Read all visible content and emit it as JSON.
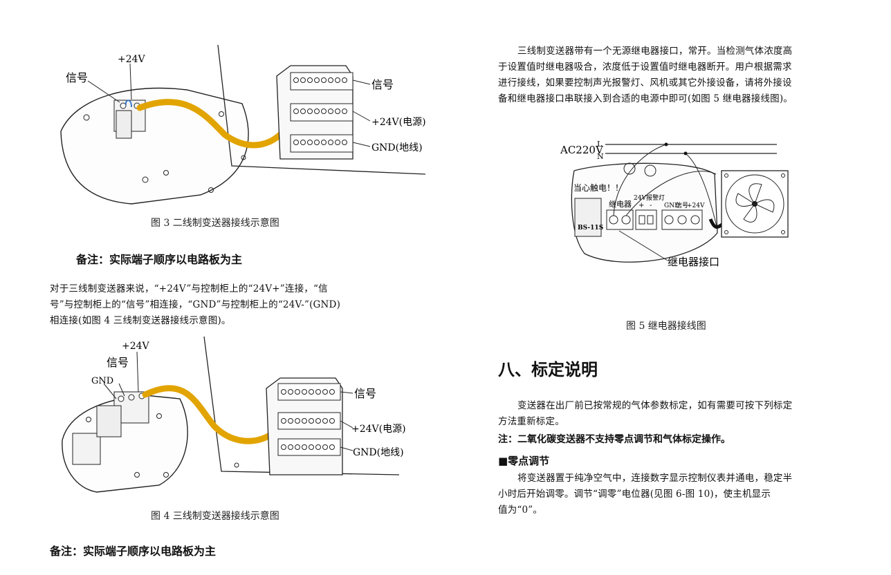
{
  "fig3": {
    "label_signal": "信号",
    "label_24v": "+24V",
    "label_right_signal": "信号",
    "label_right_power": "+24V(电源)",
    "label_right_gnd": "GND(地线)",
    "caption": "图 3 二线制变送器接线示意图"
  },
  "note1": "备注：实际端子顺序以电路板为主",
  "para_left": {
    "line1": "对于三线制变送器来说，“+24V”与控制柜上的“24V+”连接，“信",
    "line2": "号”与控制柜上的“信号”相连接，“GND”与控制柜上的“24V-”(GND)",
    "line3": "相连接(如图 4 三线制变送器接线示意图)。"
  },
  "fig4": {
    "label_24v": "+24V",
    "label_signal": "信号",
    "label_gnd": "GND",
    "label_right_signal": "信号",
    "label_right_power": "+24V(电源)",
    "label_right_gnd": "GND(地线)",
    "caption": "图 4 三线制变送器接线示意图"
  },
  "note2": "备注：实际端子顺序以电路板为主",
  "para_right": {
    "line1": "三线制变送器带有一个无源继电器接口，常开。当检测气体浓度高",
    "line2": "于设置值时继电器吸合，浓度低于设置值时继电器断开。用户根据需求",
    "line3": "进行接线，如果要控制声光报警灯、风机或其它外接设备，请将外接设",
    "line4": "备和继电器接口串联接入到合适的电源中即可(如图 5 继电器接线图)。"
  },
  "fig5": {
    "label_ac": "AC220V",
    "label_l": "L",
    "label_n": "N",
    "label_warning": "当心触电！！",
    "label_relay": "继电器",
    "label_alarm": "24V报警灯",
    "label_plus": "+",
    "label_minus": "-",
    "label_gnd": "GND",
    "label_signal": "信号",
    "label_24v": "+24V",
    "label_bs": "BS-11S",
    "label_relay_port": "继电器接口",
    "caption": "图 5 继电器接线图"
  },
  "section8": {
    "heading": "八、标定说明",
    "para1_line1": "变送器在出厂前已按常规的气体参数标定，如有需要可按下列标定",
    "para1_line2": "方法重新标定。",
    "note": "注：二氧化碳变送器不支持零点调节和气体标定操作。",
    "sub_heading": "■零点调节",
    "para2_line1": "将变送器置于纯净空气中，连接数字显示控制仪表并通电，稳定半",
    "para2_line2": "小时后开始调零。调节“调零”电位器(见图 6-图 10)，使主机显示",
    "para2_line3": "值为“0”。"
  }
}
